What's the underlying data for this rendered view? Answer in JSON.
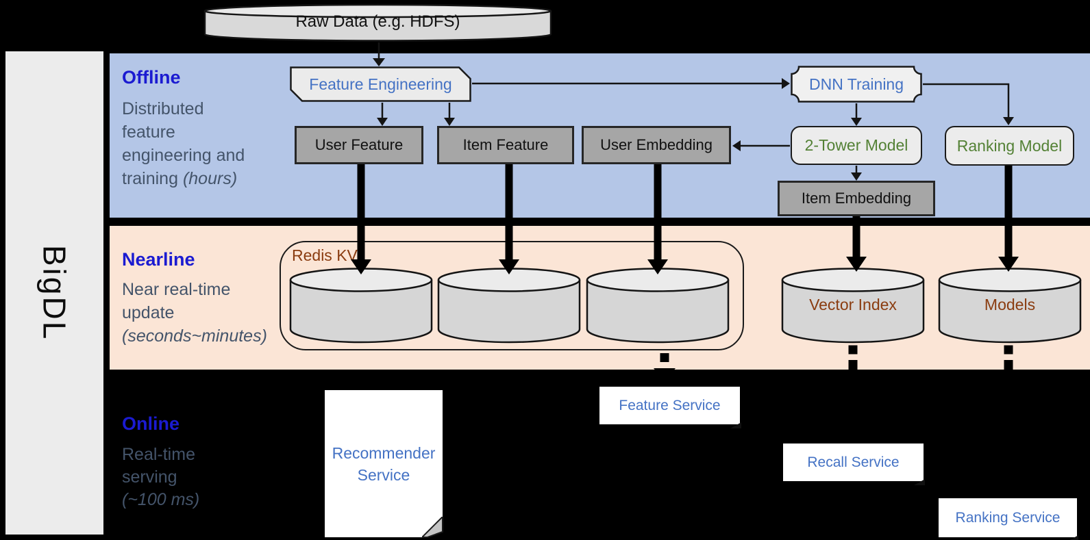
{
  "brand": "BigDL",
  "raw_data": {
    "label": "Raw Data (e.g. HDFS)"
  },
  "bands": {
    "offline": {
      "title": "Offline",
      "line1": "Distributed",
      "line2": "feature",
      "line3": "engineering and",
      "line4": "training ",
      "line4_italic": "(hours)"
    },
    "nearline": {
      "title": "Nearline",
      "line1": "Near real-time",
      "line2": "update",
      "line3_italic": "(seconds~minutes)"
    },
    "online": {
      "title": "Online",
      "line1": "Real-time",
      "line2": "serving",
      "line3_italic": "(~100 ms)"
    }
  },
  "nodes": {
    "feature_engineering": "Feature Engineering",
    "dnn_training": "DNN Training",
    "user_feature": "User Feature",
    "item_feature": "Item Feature",
    "user_embedding": "User Embedding",
    "two_tower_model": "2-Tower Model",
    "ranking_model": "Ranking Model",
    "item_embedding": "Item Embedding",
    "redis_kv": "Redis KV",
    "vector_index": "Vector Index",
    "models": "Models",
    "recommender_service": "Recommender Service",
    "feature_service": "Feature Service",
    "recall_service": "Recall Service",
    "ranking_service": "Ranking Service"
  },
  "colors": {
    "offline_band": "#b4c6e7",
    "nearline_band": "#fbe5d6",
    "online_band": "#000000",
    "band_title_blue": "#1b1bd1",
    "subtitle_gray_blue": "#44546a",
    "node_text_blue": "#4472c4",
    "model_text_green": "#538135",
    "storage_text_brown": "#8a3c10",
    "gray_node_fill": "#a6a6a6",
    "light_node_fill": "#ececec"
  }
}
